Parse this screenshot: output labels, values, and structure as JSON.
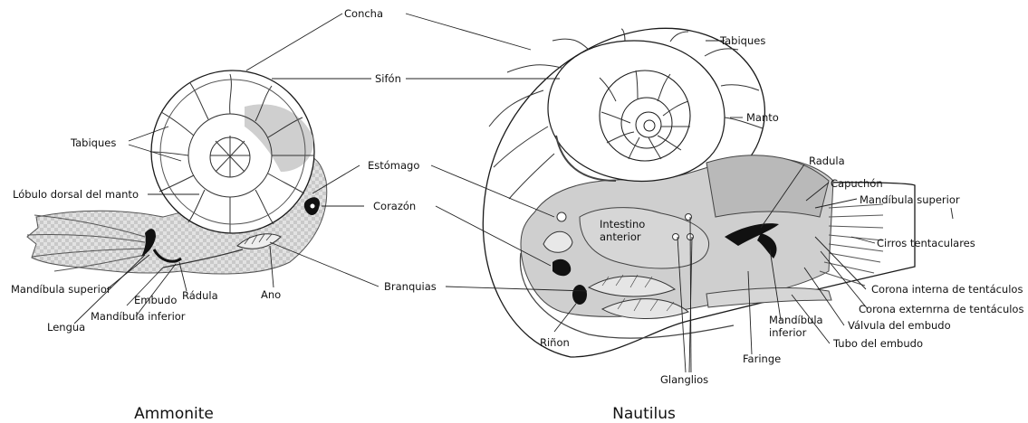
{
  "figure": {
    "ammonite": {
      "caption": "Ammonite",
      "labels": {
        "tabiques": "Tabiques",
        "lobulo": "Lóbulo dorsal del manto",
        "mandibula_superior": "Mandíbula superior",
        "lengua": "Lengua",
        "embudo": "Embudo",
        "mandibula_inferior": "Mandíbula inferior",
        "radula": "Rádula",
        "ano": "Ano"
      }
    },
    "shared": {
      "concha": "Concha",
      "sifon": "Sifón",
      "estomago": "Estómago",
      "corazon": "Corazón",
      "branquias": "Branquias"
    },
    "nautilus": {
      "caption": "Nautilus",
      "labels": {
        "tabiques": "Tabiques",
        "manto": "Manto",
        "radula": "Radula",
        "capuchon": "Capuchón",
        "mandibula_superior": "Mandíbula superior",
        "cirros": "Cirros tentaculares",
        "intestino_1": "Intestino",
        "intestino_2": "anterior",
        "corona_interna": "Corona interna de tentáculos",
        "corona_externa": "Corona externrna de tentáculos",
        "valvula": "Válvula del embudo",
        "tubo": "Tubo del embudo",
        "mandibula_inferior_1": "Mandíbula",
        "mandibula_inferior_2": "inferior",
        "faringe": "Faringe",
        "glanglios": "Glanglios",
        "rinon": "Riñon"
      }
    }
  }
}
